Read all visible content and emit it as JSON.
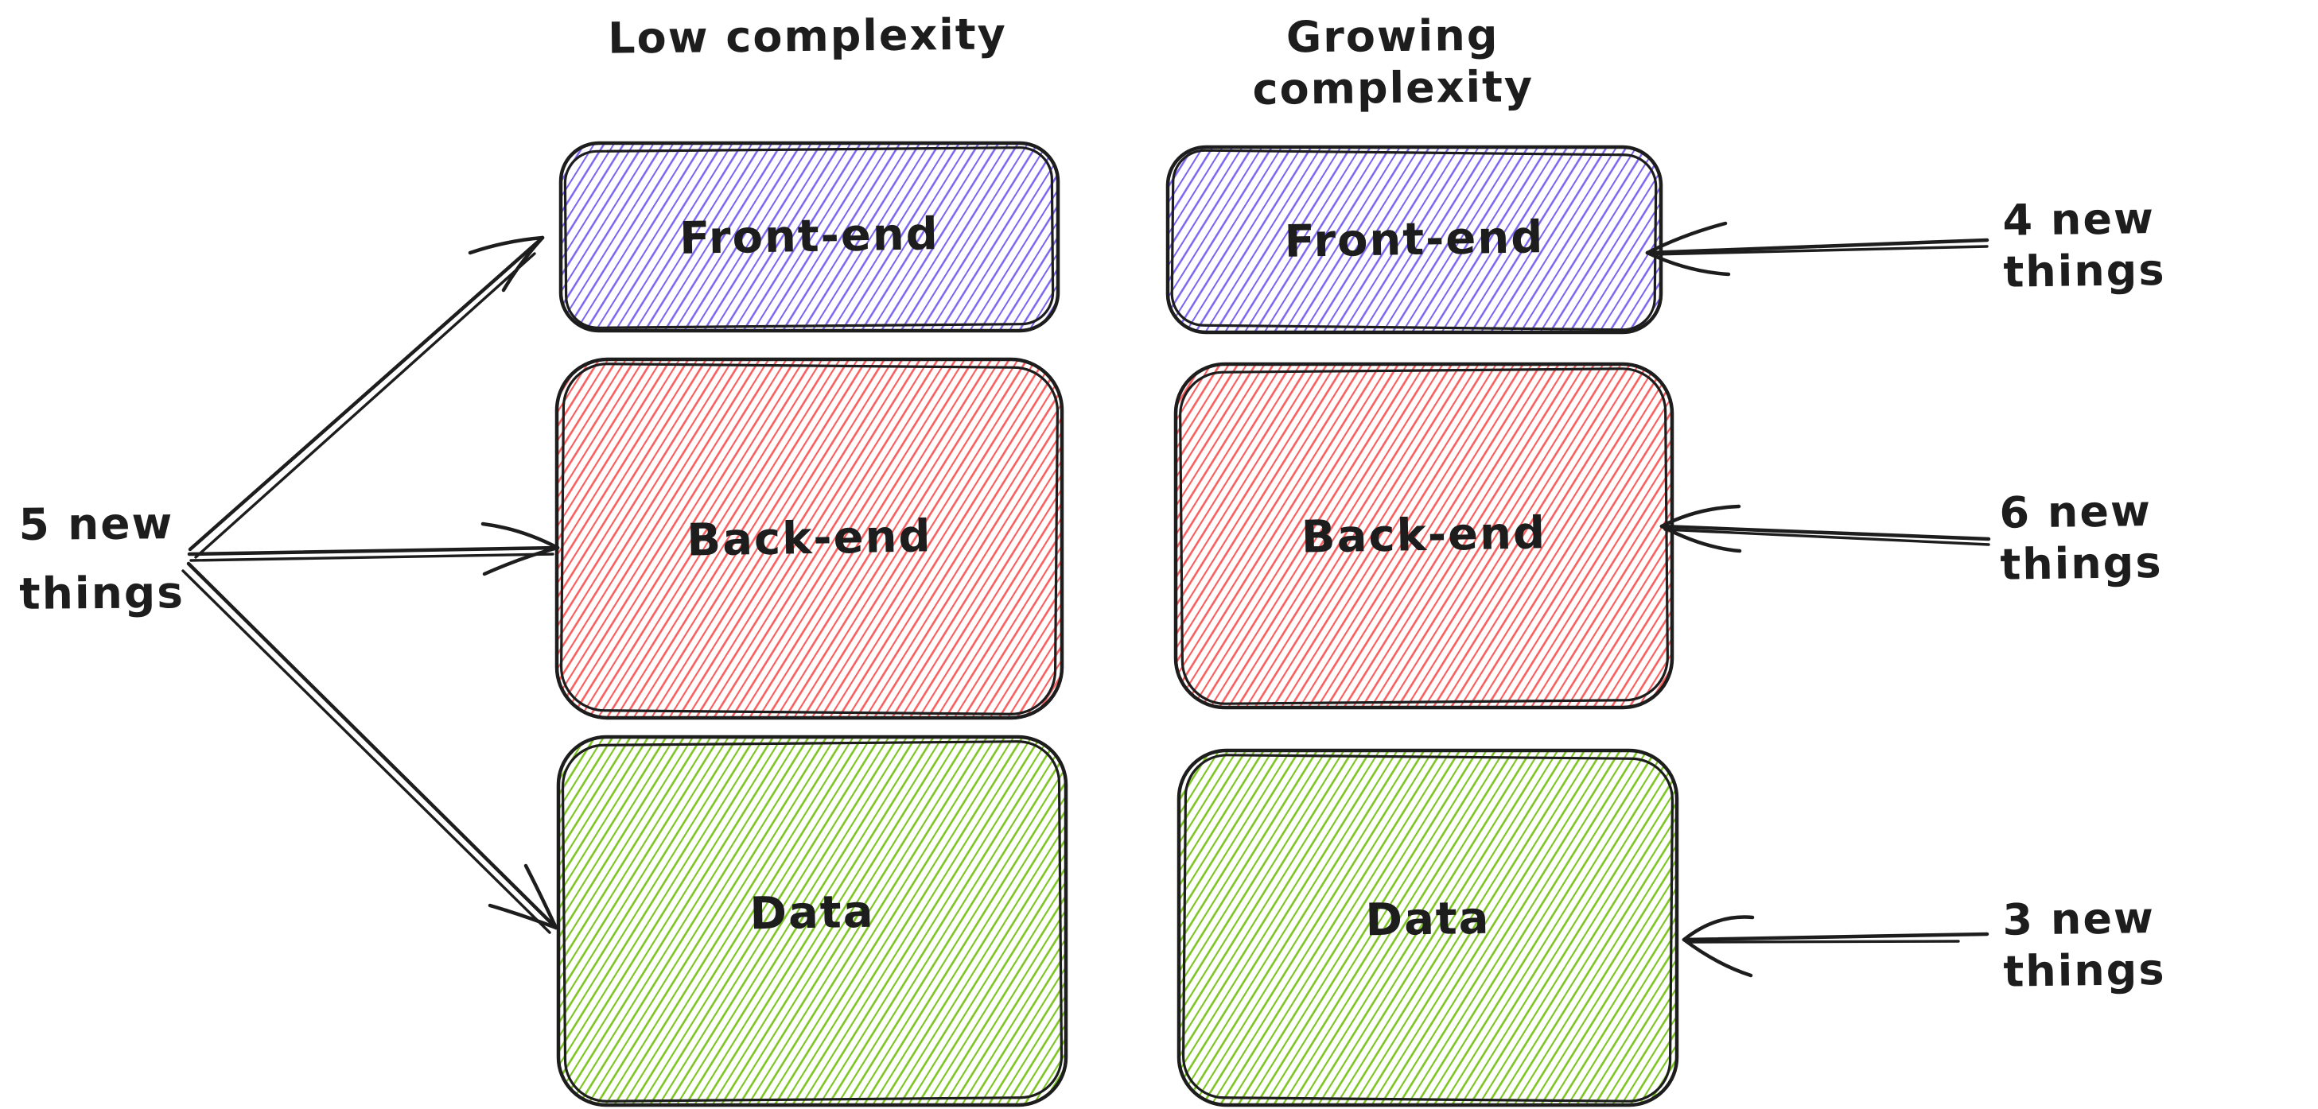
{
  "colors": {
    "ink": "#1d1d1d",
    "frontend": "#7b64f2",
    "backend": "#f95d5d",
    "data": "#7cc41f"
  },
  "columns": [
    {
      "title": "Low complexity",
      "boxes": [
        {
          "label": "Front-end"
        },
        {
          "label": "Back-end"
        },
        {
          "label": "Data"
        }
      ]
    },
    {
      "title": "Growing complexity",
      "boxes": [
        {
          "label": "Front-end"
        },
        {
          "label": "Back-end"
        },
        {
          "label": "Data"
        }
      ]
    }
  ],
  "annotations": {
    "left": {
      "label": "5 new\nthings"
    },
    "right": [
      {
        "label": "4 new things"
      },
      {
        "label": "6 new things"
      },
      {
        "label": "3 new things"
      }
    ]
  }
}
